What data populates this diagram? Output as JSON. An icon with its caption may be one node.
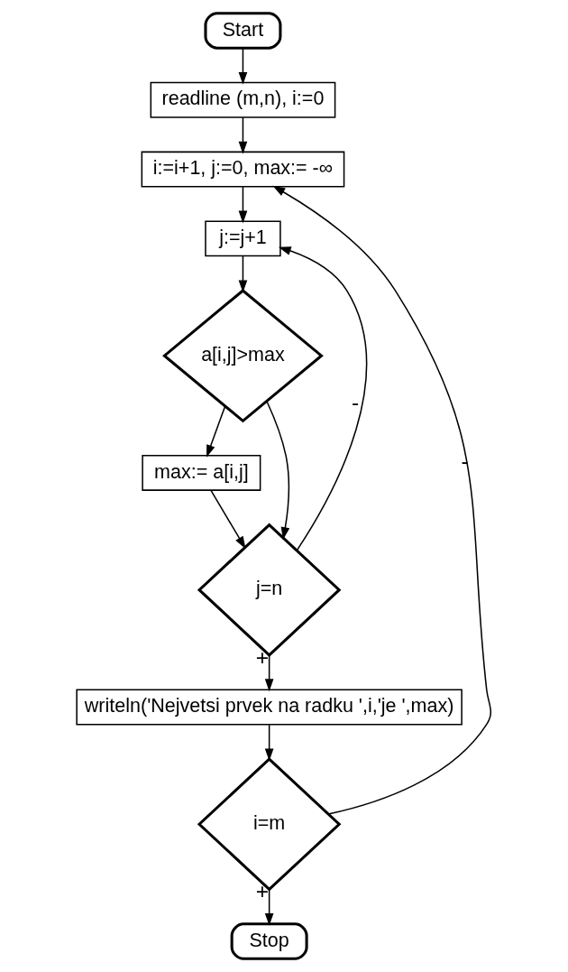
{
  "diagram": {
    "nodes": [
      {
        "text": [
          "Start"
        ]
      },
      {
        "text": [
          "readline (m,n), i:=0"
        ]
      },
      {
        "text": [
          "i:=i+1, j:=0, max:= -∞"
        ]
      },
      {
        "text": [
          "j:=j+1"
        ]
      },
      {
        "text": [
          "a[i,j]>max"
        ]
      },
      {
        "text": [
          "max:= a[i,j]"
        ]
      },
      {
        "text": [
          "j=n"
        ]
      },
      {
        "text": [
          "writeln('Nejvetsi prvek na radku ',i,'je ',max)"
        ]
      },
      {
        "text": [
          "i=m"
        ]
      },
      {
        "text": [
          "Stop"
        ]
      }
    ],
    "edges": [
      {
        "from": 0,
        "to": 1,
        "arrow": "to"
      },
      {
        "from": 1,
        "to": 2,
        "arrow": "to"
      },
      {
        "from": 2,
        "to": 3,
        "arrow": "to"
      },
      {
        "from": 3,
        "to": 4,
        "arrow": "to"
      },
      {
        "from": 4,
        "to": 5,
        "arrow": "to"
      },
      {
        "from": 5,
        "to": 6,
        "arrow": "to"
      },
      {
        "from": 4,
        "to": 6,
        "arrow": "to"
      },
      {
        "from": 6,
        "to": 3,
        "arrow": "to",
        "label": "-"
      },
      {
        "from": 6,
        "to": 7,
        "arrow": "to",
        "label": "+"
      },
      {
        "from": 7,
        "to": 8,
        "arrow": "to"
      },
      {
        "from": 8,
        "to": 2,
        "arrow": "to",
        "label": "-"
      },
      {
        "from": 8,
        "to": 9,
        "arrow": "to",
        "label": "+"
      }
    ]
  }
}
